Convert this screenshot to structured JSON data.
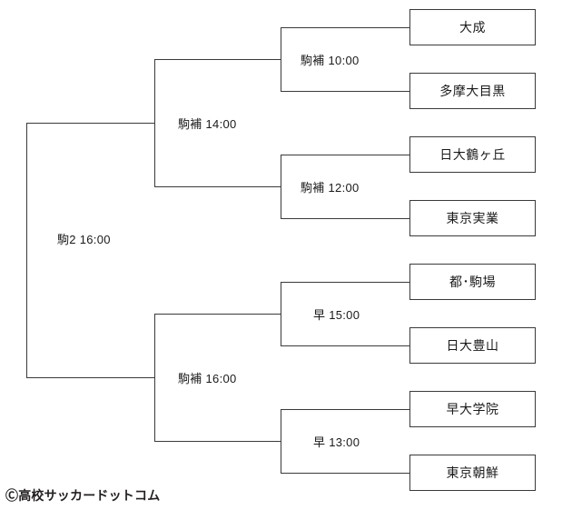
{
  "diagram": {
    "title": "tournament-bracket",
    "credit": "Ⓒ高校サッカードットコム",
    "line_color": "#3a3a3a",
    "text_color": "#1a1a1a",
    "background": "#ffffff"
  },
  "teams": [
    {
      "name": "大成"
    },
    {
      "name": "多摩大目黒"
    },
    {
      "name": "日大鶴ヶ丘"
    },
    {
      "name": "東京実業"
    },
    {
      "name": "都･駒場"
    },
    {
      "name": "日大豊山"
    },
    {
      "name": "早大学院"
    },
    {
      "name": "東京朝鮮"
    }
  ],
  "quarterfinals": [
    {
      "label": "駒補 10:00"
    },
    {
      "label": "駒補 12:00"
    },
    {
      "label": "早 15:00"
    },
    {
      "label": "早 13:00"
    }
  ],
  "semifinals": [
    {
      "label": "駒補 14:00"
    },
    {
      "label": "駒補 16:00"
    }
  ],
  "final": {
    "label": "駒2 16:00"
  }
}
